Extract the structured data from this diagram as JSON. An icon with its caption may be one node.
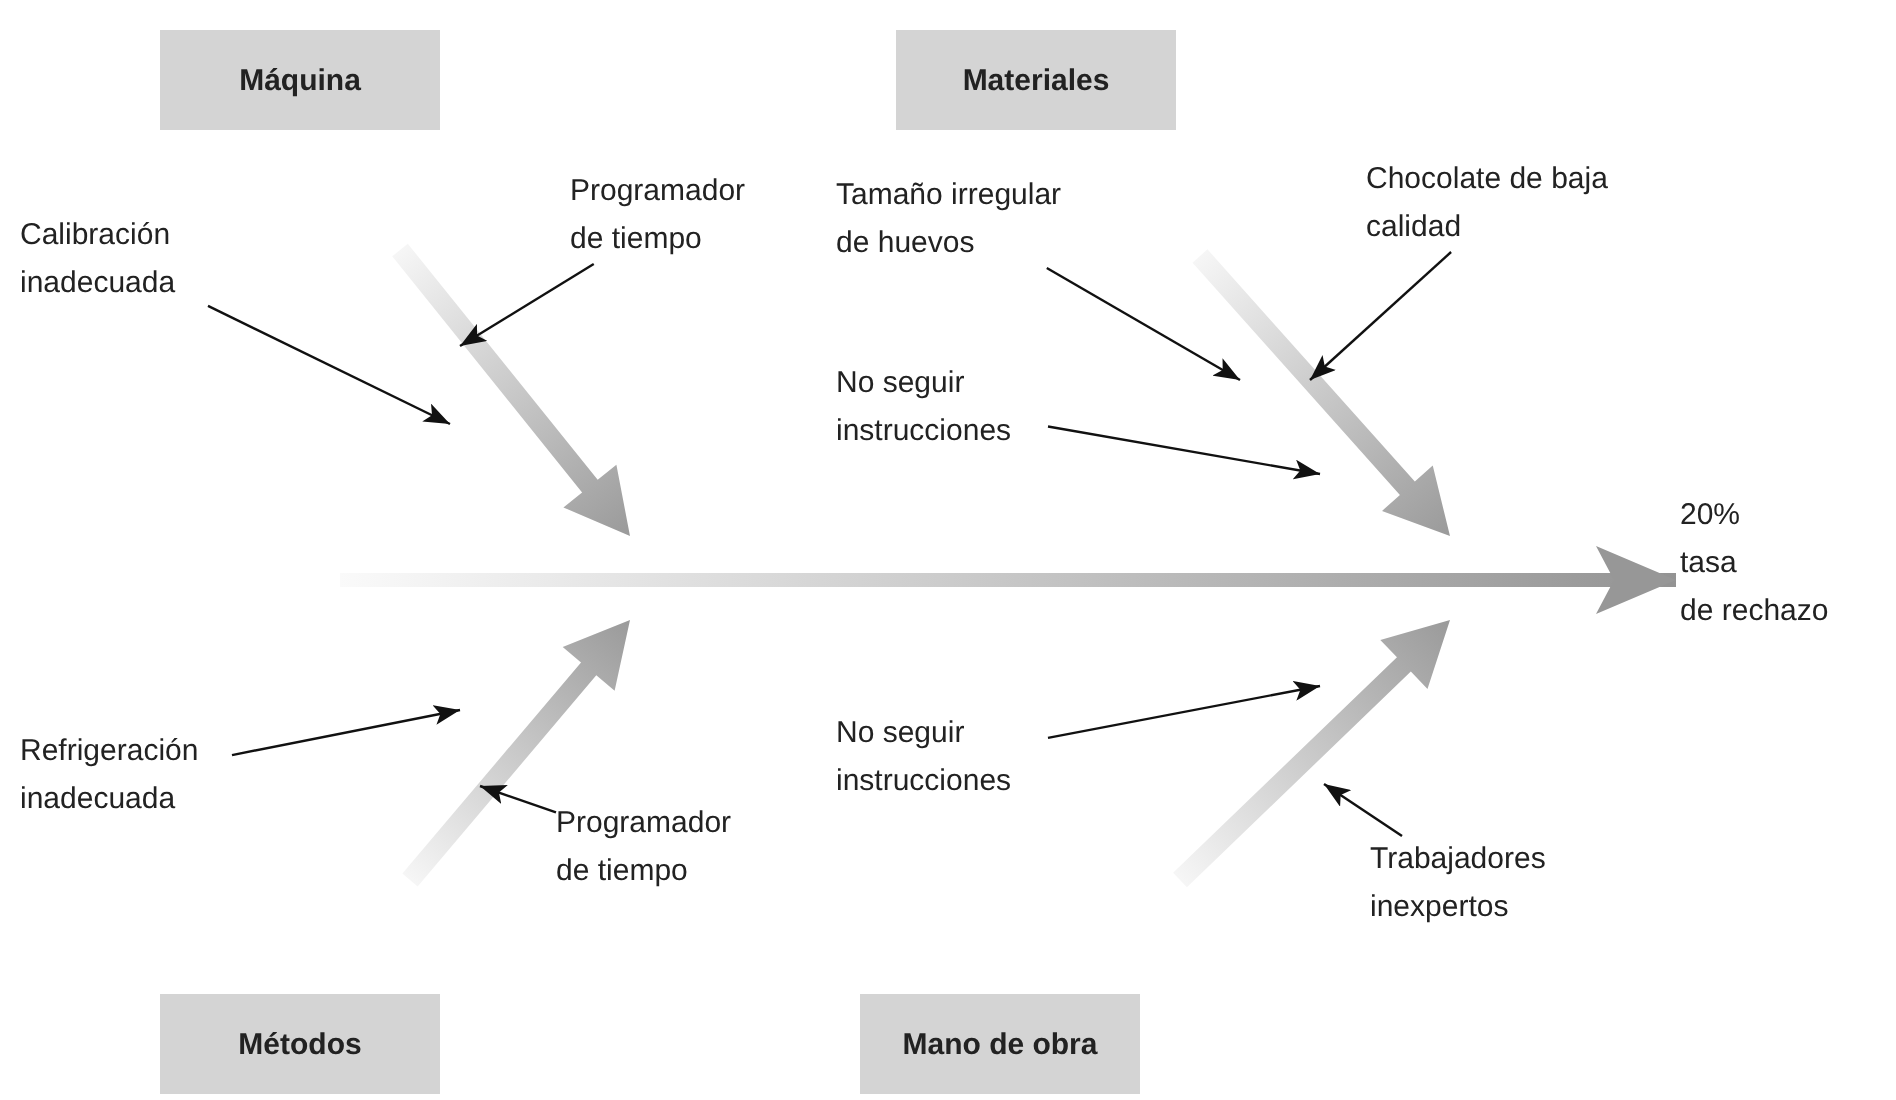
{
  "diagram": {
    "nodes": [
      {
        "text": [
          "Máquina"
        ]
      },
      {
        "text": [
          "Materiales"
        ]
      },
      {
        "text": [
          "Métodos"
        ]
      },
      {
        "text": [
          "Mano de obra"
        ]
      },
      {
        "text": [
          "20%",
          "tasa",
          "de rechazo"
        ]
      },
      {
        "text": [
          "Calibración inadecuada"
        ]
      },
      {
        "text": [
          "Programador de tiempo"
        ]
      },
      {
        "text": [
          "Tamaño irregular de huevos"
        ]
      },
      {
        "text": [
          "Chocolate de baja calidad"
        ]
      },
      {
        "text": [
          "No seguir instrucciones"
        ]
      },
      {
        "text": [
          "Refrigeración inadecuada"
        ]
      },
      {
        "text": [
          "Programador de tiempo"
        ]
      },
      {
        "text": [
          "No seguir instrucciones"
        ]
      },
      {
        "text": [
          "Trabajadores inexpertos"
        ]
      }
    ],
    "edges": [
      {
        "from": null,
        "to": 4,
        "arrow": "to",
        "style": "thick"
      },
      {
        "from": 5,
        "to": null,
        "arrow": "to"
      },
      {
        "from": 6,
        "to": null,
        "arrow": "to"
      },
      {
        "from": 7,
        "to": null,
        "arrow": "to"
      },
      {
        "from": 8,
        "to": null,
        "arrow": "to"
      },
      {
        "from": 9,
        "to": null,
        "arrow": "to"
      },
      {
        "from": 10,
        "to": null,
        "arrow": "to"
      },
      {
        "from": 11,
        "to": null,
        "arrow": "to"
      },
      {
        "from": 12,
        "to": null,
        "arrow": "to"
      },
      {
        "from": 13,
        "to": null,
        "arrow": "to"
      }
    ]
  }
}
